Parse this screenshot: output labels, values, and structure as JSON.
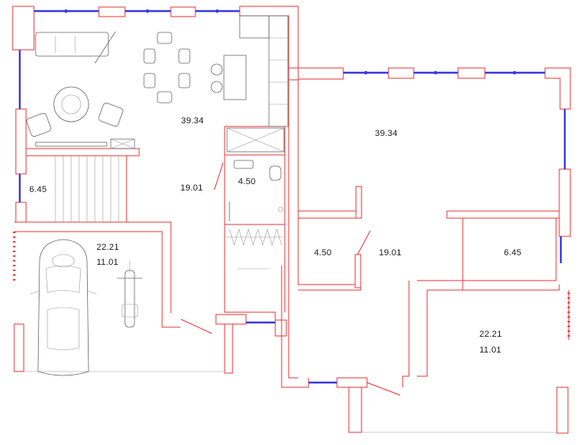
{
  "floor_plan": {
    "left_unit": {
      "living_area": "39.34",
      "hall_area": "19.01",
      "bath_area": "4.50",
      "stair_area": "6.45",
      "garage_area_1": "22.21",
      "garage_area_2": "11.01"
    },
    "right_unit": {
      "living_area": "39.34",
      "bath_area": "4.50",
      "hall_area": "19.01",
      "stair_area": "6.45",
      "garage_area_1": "22.21",
      "garage_area_2": "11.01"
    },
    "colors": {
      "wall": "#e8343a",
      "window": "#3b3be0",
      "furniture": "#6a6a6a"
    }
  }
}
